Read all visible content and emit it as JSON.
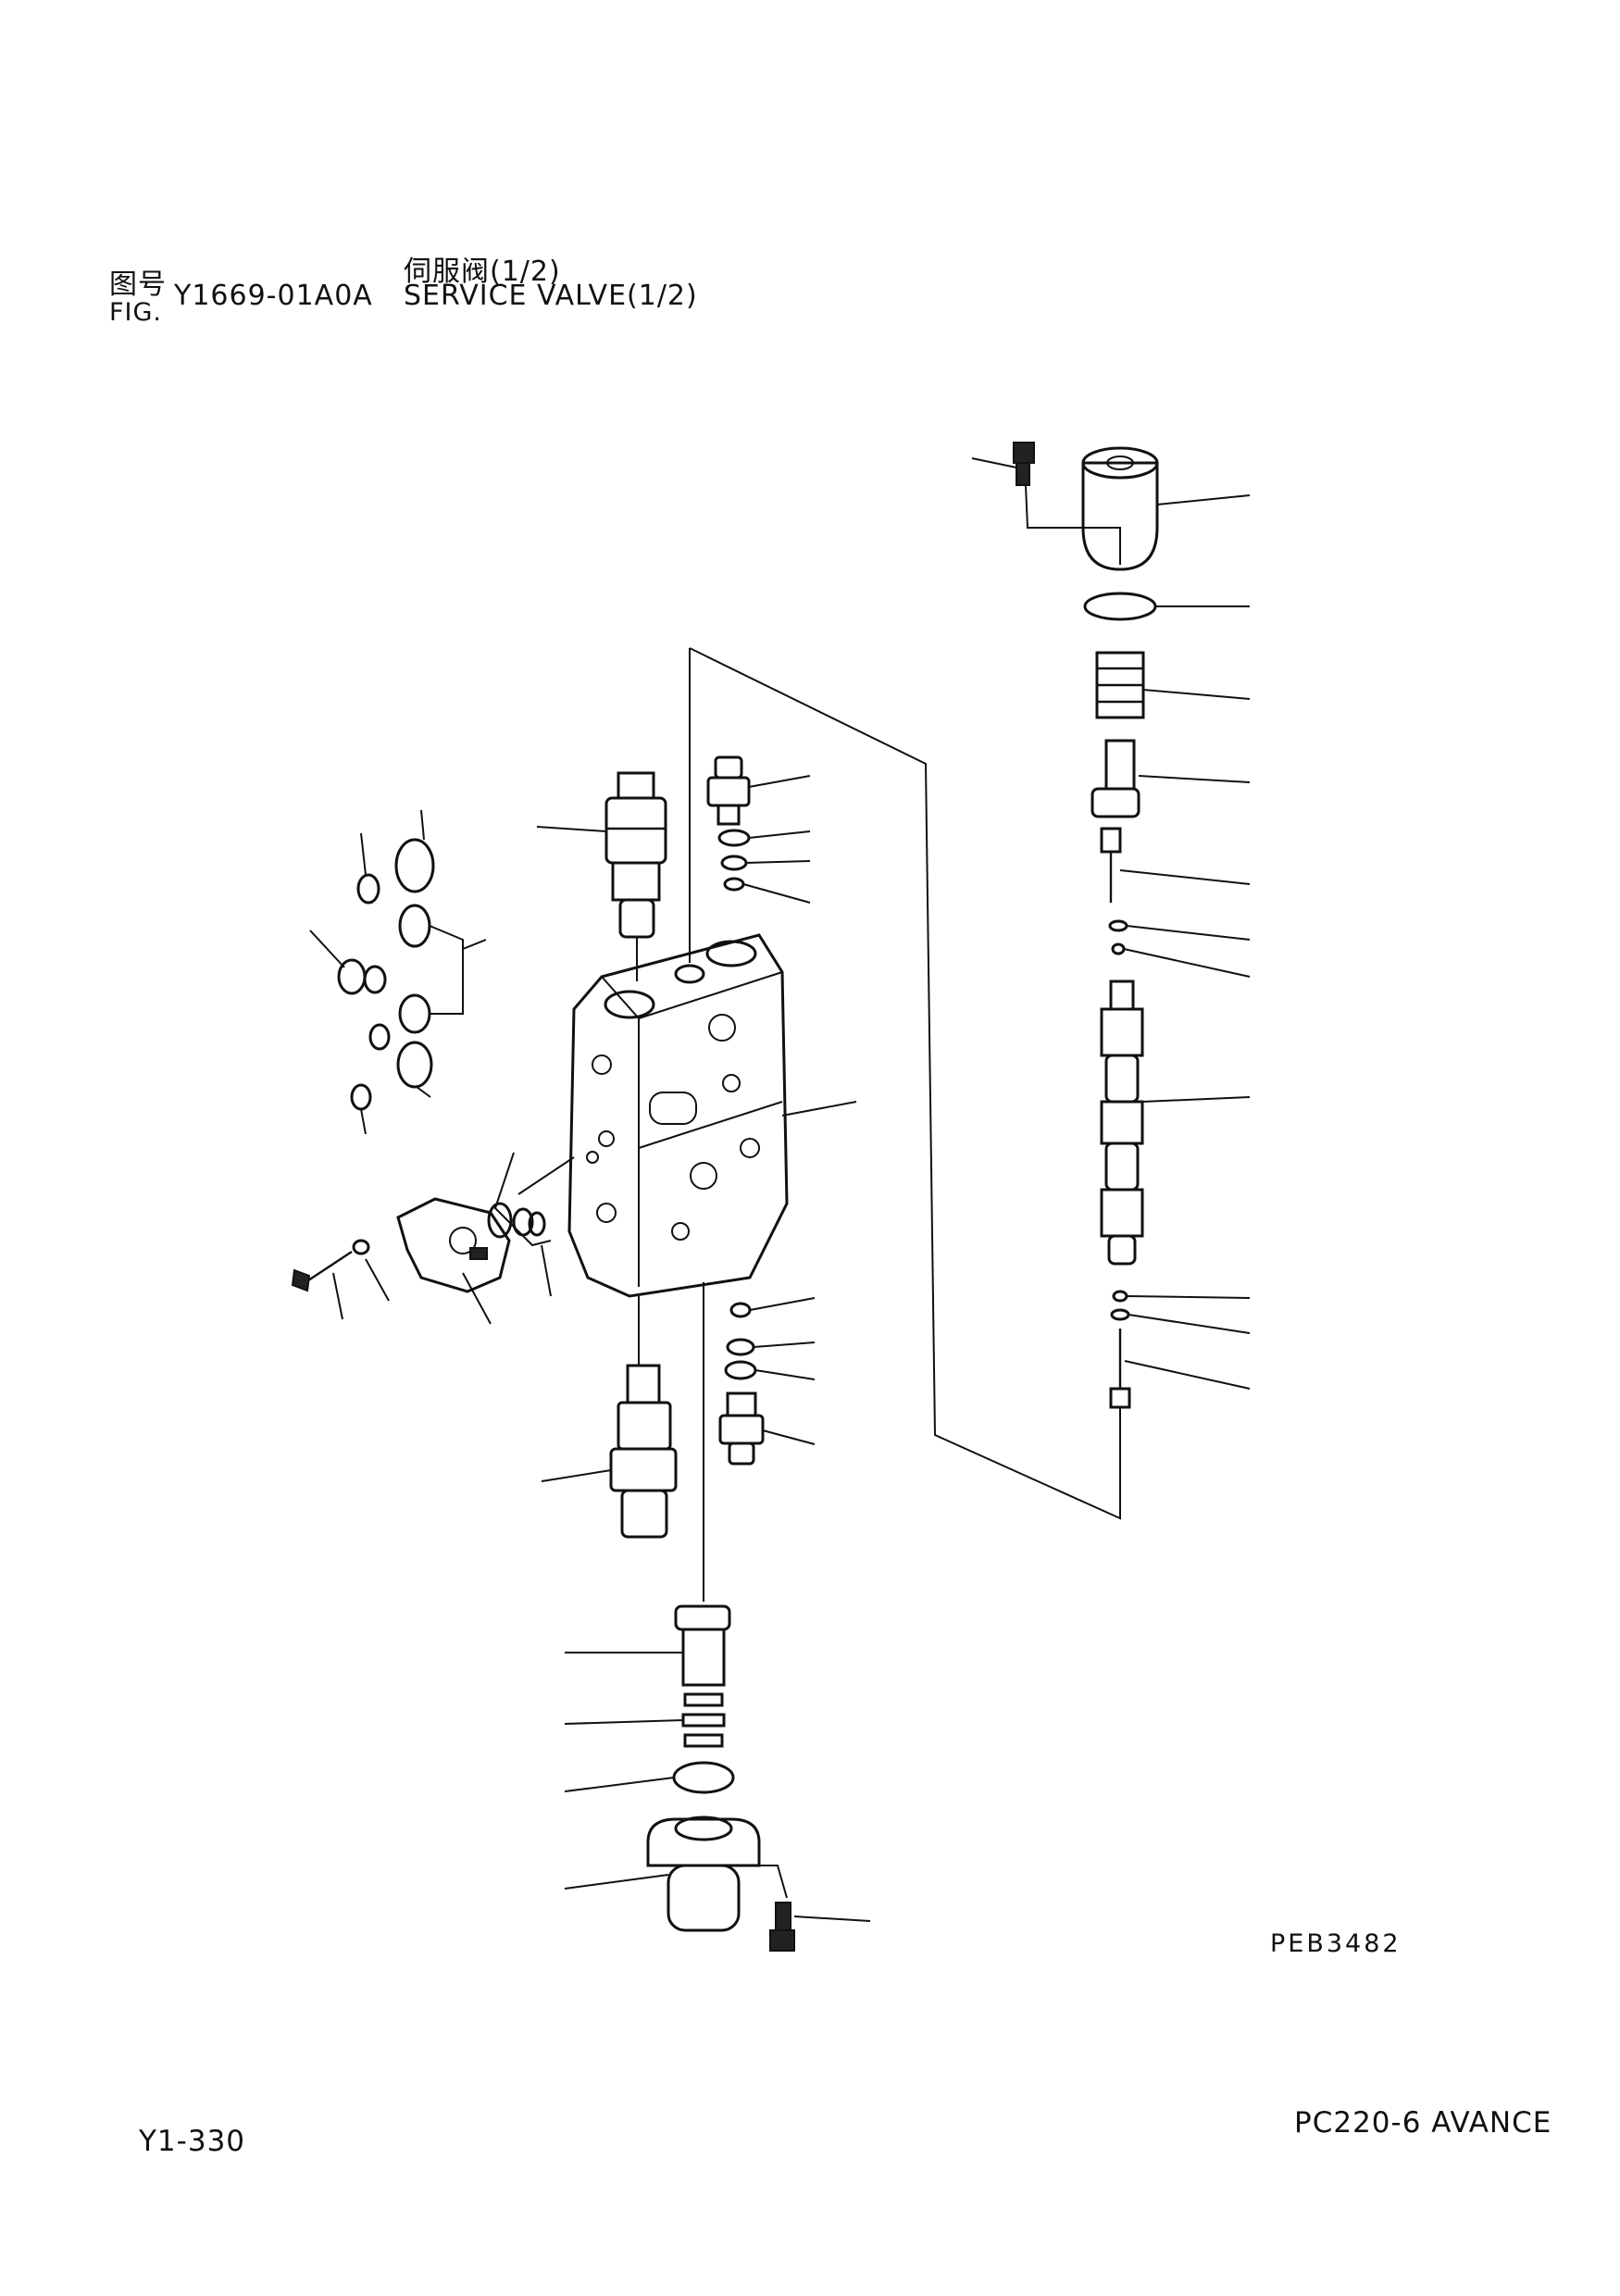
{
  "header": {
    "fig_label_cn": "图号",
    "fig_label_en": "FIG.",
    "fig_number": "Y1669-01A0A",
    "title_cn": "伺服阀(1/2)",
    "title_en": "SERVICE VALVE(1/2)"
  },
  "drawing_code": "PEB3482",
  "footer": {
    "page_number": "Y1-330",
    "model": "PC220-6 AVANCE"
  },
  "colors": {
    "ink": "#111111",
    "paper": "#ffffff"
  }
}
